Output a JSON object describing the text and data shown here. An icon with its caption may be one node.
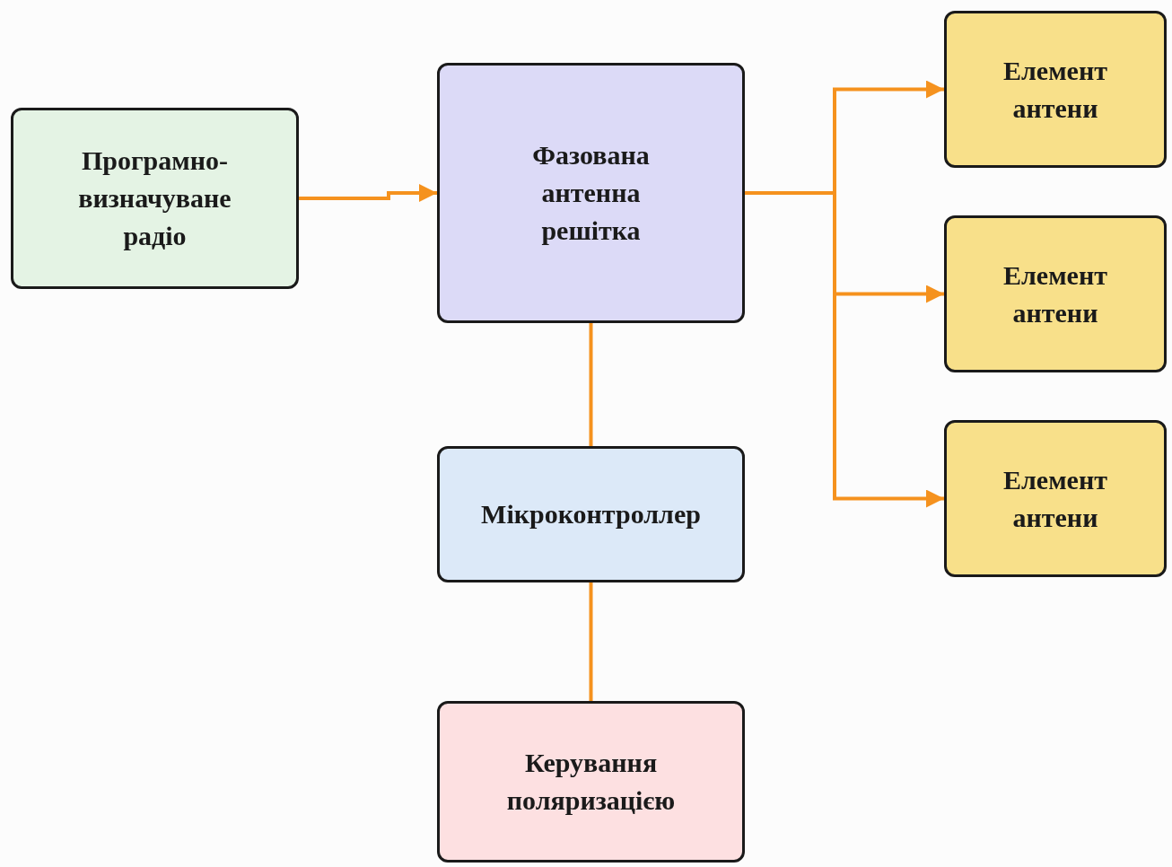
{
  "diagram": {
    "nodes": [
      {
        "text": [
          "Програмно-визначуване радіо"
        ]
      },
      {
        "text": [
          "Фазована антенна решітка"
        ]
      },
      {
        "text": [
          "Елемент антени"
        ]
      },
      {
        "text": [
          "Елемент антени"
        ]
      },
      {
        "text": [
          "Елемент антени"
        ]
      },
      {
        "text": [
          "Мікроконтроллер"
        ]
      },
      {
        "text": [
          "Керування поляризацією"
        ]
      }
    ],
    "edges": [
      {
        "from": 0,
        "to": 1,
        "arrow": "to"
      },
      {
        "from": 1,
        "to": 2,
        "arrow": "to"
      },
      {
        "from": 1,
        "to": 3,
        "arrow": "to"
      },
      {
        "from": 1,
        "to": 4,
        "arrow": "to"
      },
      {
        "from": 1,
        "to": 5,
        "arrow": "none"
      },
      {
        "from": 5,
        "to": 6,
        "arrow": "none"
      }
    ]
  }
}
